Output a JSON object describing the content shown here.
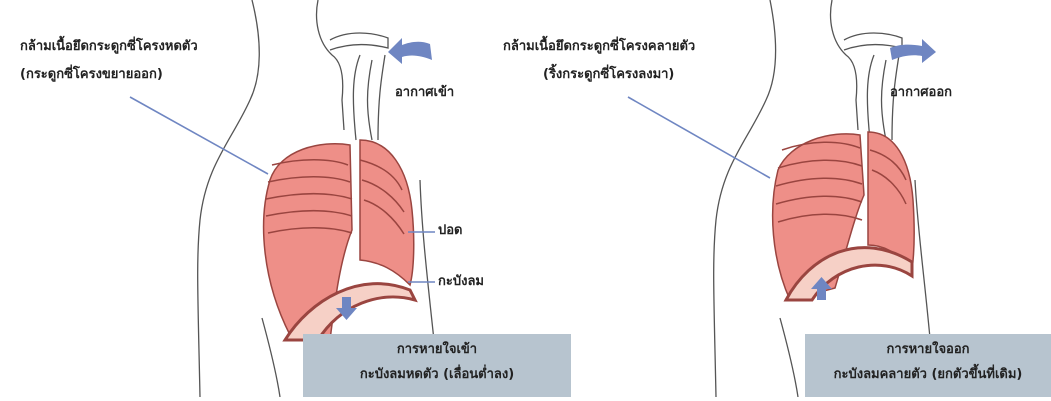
{
  "inhale": {
    "muscle_label_1": "กล้ามเนื้อยึดกระดูกซี่โครงหดตัว",
    "muscle_label_2": "(กระดูกซี่โครงขยายออก)",
    "air_label": "อากาศเข้า",
    "lung_label": "ปอด",
    "diaphragm_label": "กะบังลม",
    "caption_1": "การหายใจเข้า",
    "caption_2": "กะบังลมหดตัว (เลื่อนต่ำลง)"
  },
  "exhale": {
    "muscle_label_1": "กล้ามเนื้อยึดกระดูกซี่โครงคลายตัว",
    "muscle_label_2": "(ริ้งกระดูกซี่โครงลงมา)",
    "air_label": "อากาศออก",
    "caption_1": "การหายใจออก",
    "caption_2": "กะบังลมคลายตัว (ยกตัวขึ้นที่เดิม)"
  },
  "colors": {
    "lung": "#ee8f88",
    "lung_stroke": "#9a4540",
    "diaphragm": "#f6d0c6",
    "arrow": "#6f86c2",
    "caption_bg": "#b7c4cf",
    "outline": "#555555"
  }
}
